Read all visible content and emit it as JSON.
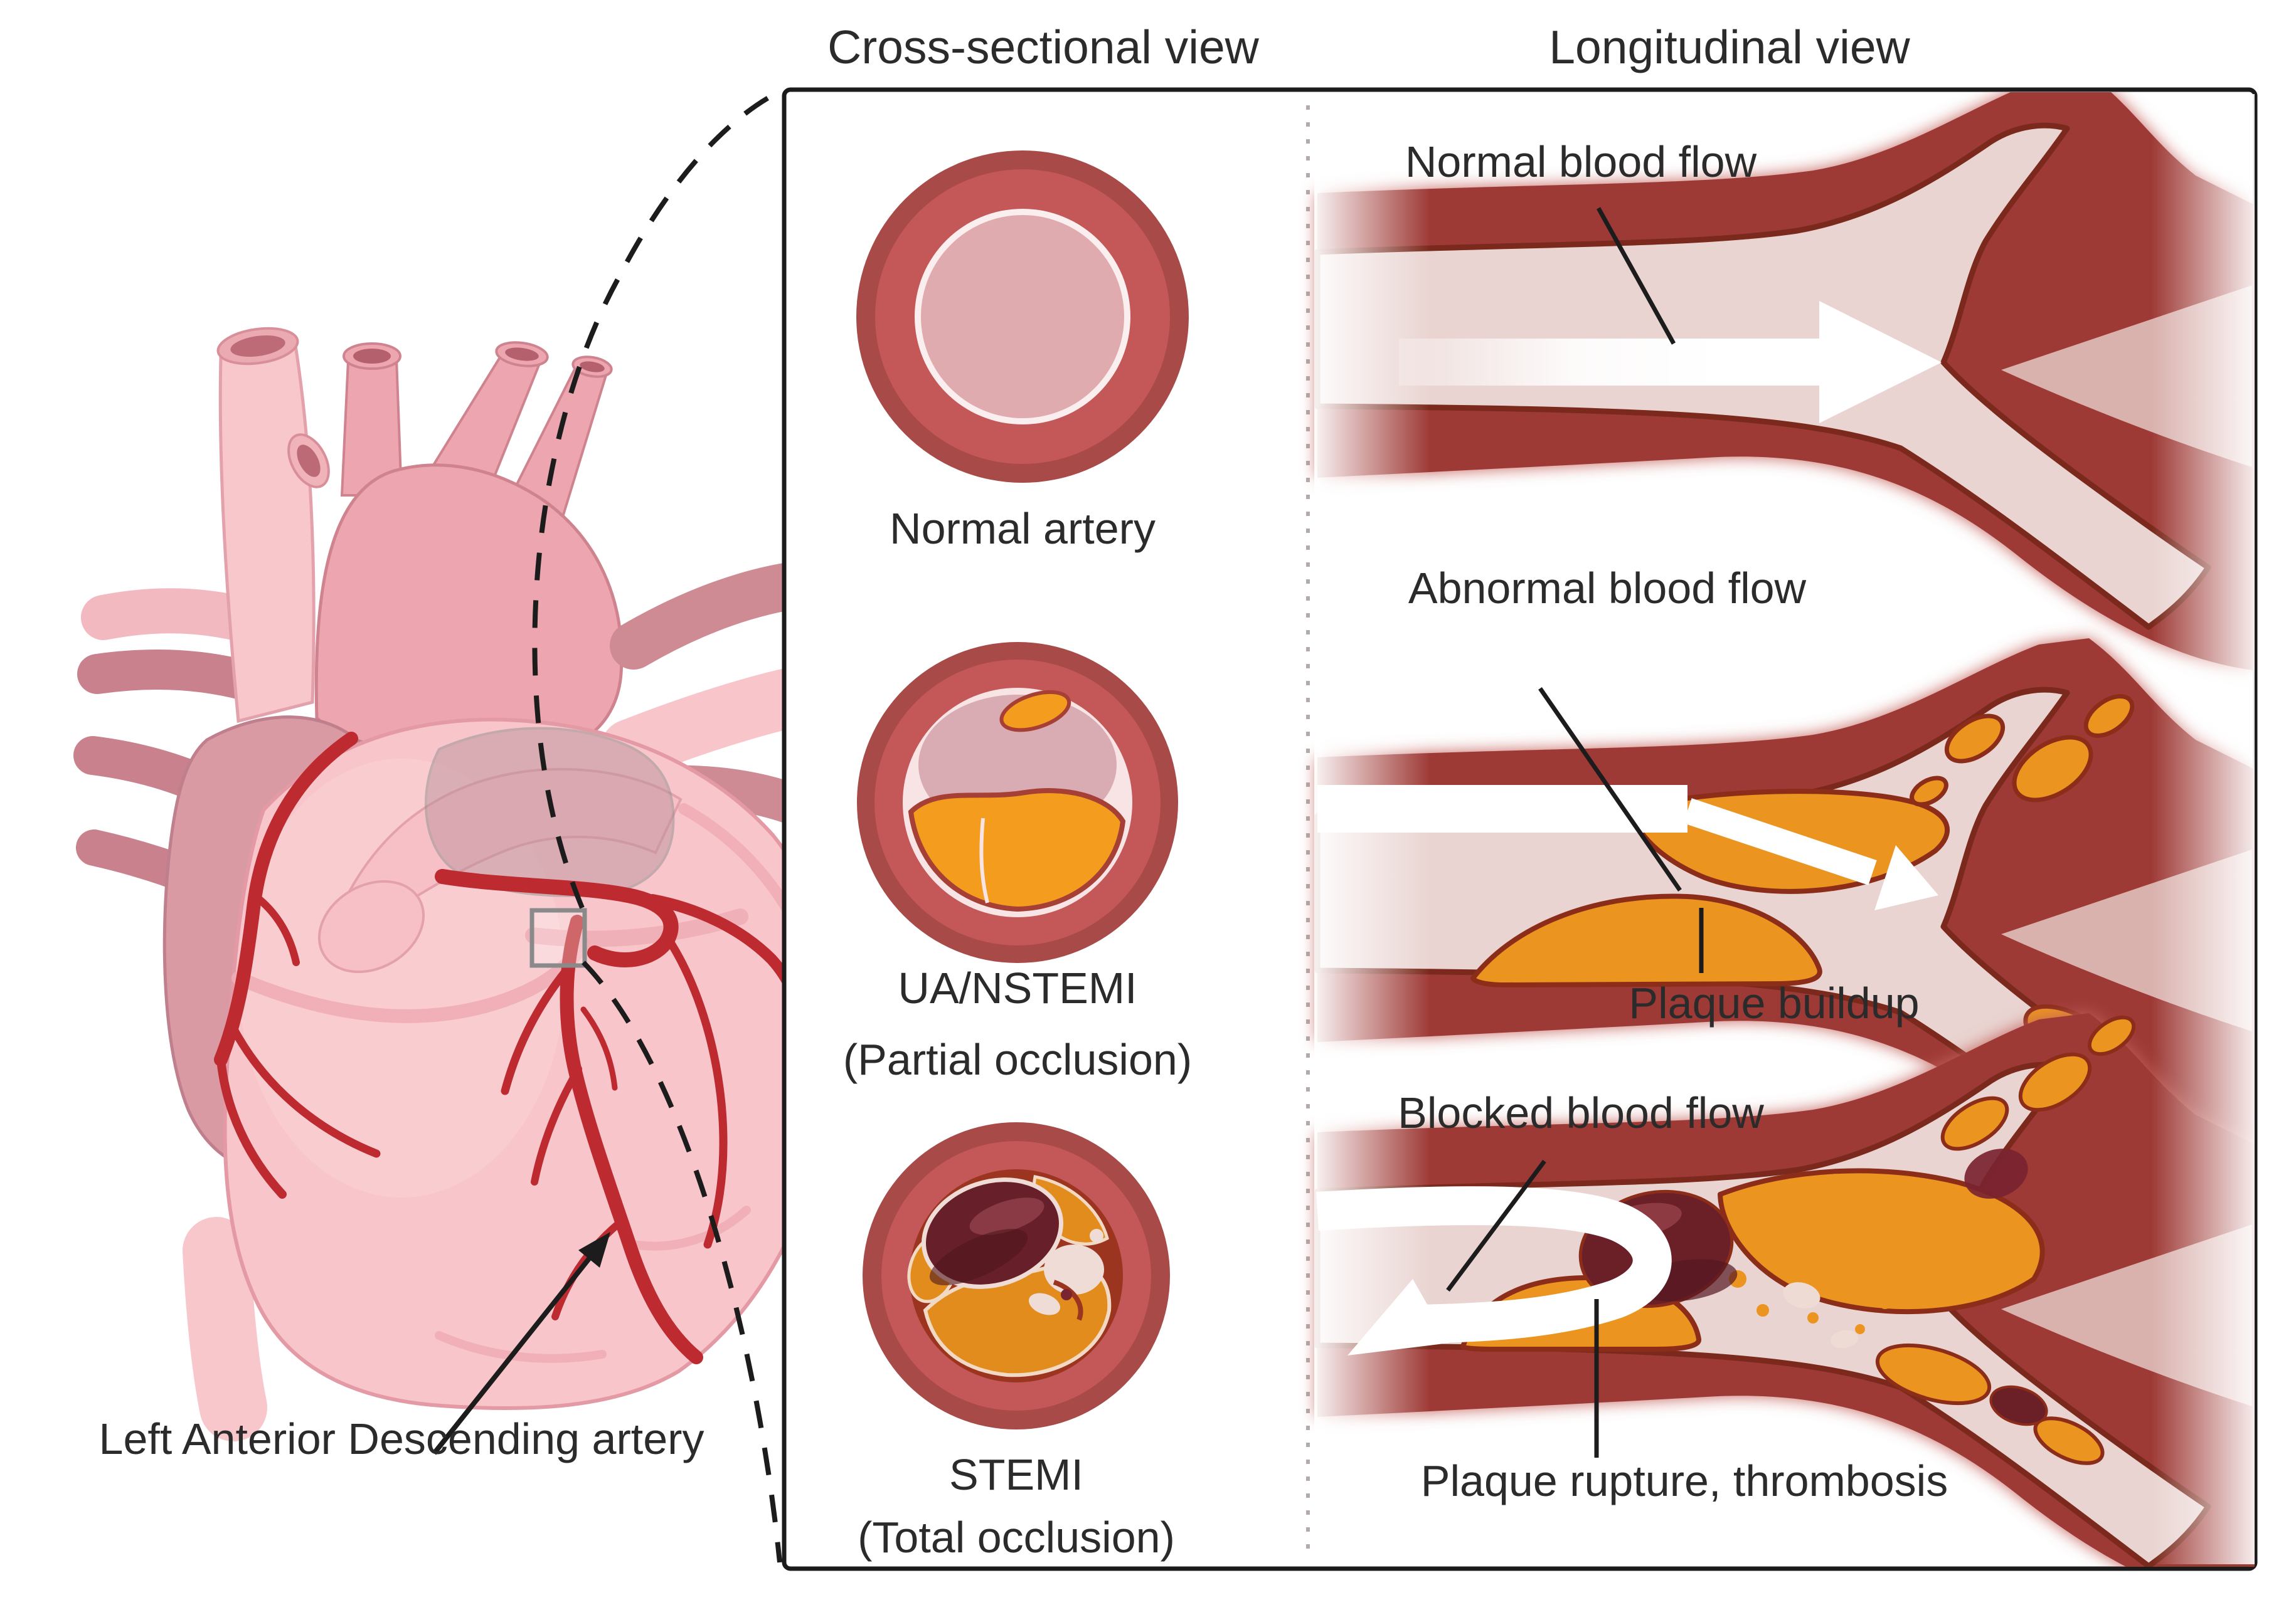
{
  "figure": {
    "headers": {
      "cross_sectional": "Cross-sectional view",
      "longitudinal": "Longitudinal view"
    },
    "heart": {
      "label": "Left Anterior Descending artery"
    },
    "cross_sections": [
      {
        "id": "normal",
        "label": "Normal artery",
        "sublabel": ""
      },
      {
        "id": "ua-nstemi",
        "label": "UA/NSTEMI",
        "sublabel": "(Partial occlusion)"
      },
      {
        "id": "stemi",
        "label": "STEMI",
        "sublabel": "(Total occlusion)"
      }
    ],
    "longitudinal_views": [
      {
        "id": "normal",
        "flow_label": "Normal blood flow",
        "annotation": ""
      },
      {
        "id": "abnormal",
        "flow_label": "Abnormal blood flow",
        "annotation": "Plaque buildup"
      },
      {
        "id": "blocked",
        "flow_label": "Blocked blood flow",
        "annotation": "Plaque rupture, thrombosis"
      }
    ],
    "colors": {
      "vessel_wall": "#9e3a36",
      "vessel_wall_light": "#c4625c",
      "lumen_pink": "#e9d4d1",
      "lumen_line": "#7a291c",
      "plaque_orange": "#ec9420",
      "plaque_outline": "#8c2d1a",
      "thrombus_maroon": "#6b2028",
      "cross_wall_outer": "#a84a47",
      "cross_wall": "#c45757",
      "cross_lumen": "#dfabaf",
      "heart_body_pink": "#f8c5ca",
      "heart_dusty_pink": "#eda6af",
      "heart_mauve": "#d99aa4",
      "coronary_red": "#bd2b31",
      "flow_arrow": "#ffffff",
      "text": "#2b2b2b"
    }
  }
}
